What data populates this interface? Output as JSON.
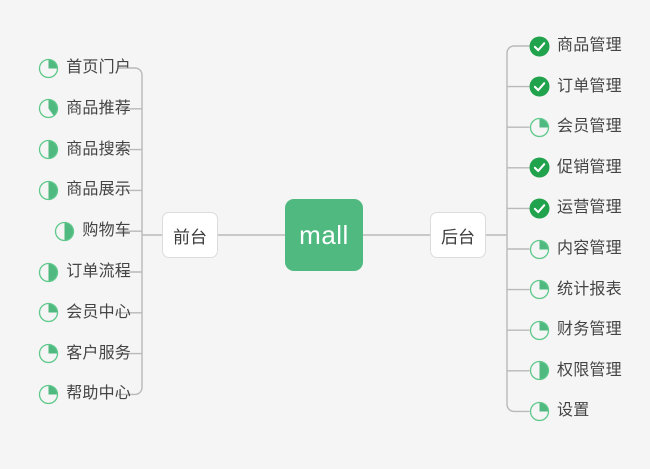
{
  "diagram": {
    "title": "mall",
    "root": {
      "label": "mall",
      "color": "#4fb980"
    },
    "branches": [
      {
        "key": "frontend",
        "label": "前台",
        "side": "left"
      },
      {
        "key": "backend",
        "label": "后台",
        "side": "right"
      }
    ],
    "colors": {
      "background": "#f5f5f5",
      "accent": "#4fb980",
      "badge_done": "#21a24c",
      "badge_ring": "#5fc98c",
      "wire": "#b9b9b9",
      "text": "#444444",
      "node_border": "#dcdcdc"
    },
    "legend": {
      "done_icon": "check-circle-icon",
      "progress_icon": "progress-pie-icon"
    },
    "frontend_items": [
      {
        "label": "首页门户",
        "icon": "progress-pie-icon",
        "progress": 25
      },
      {
        "label": "商品推荐",
        "icon": "progress-pie-icon",
        "progress": 40
      },
      {
        "label": "商品搜索",
        "icon": "progress-pie-icon",
        "progress": 50
      },
      {
        "label": "商品展示",
        "icon": "progress-pie-icon",
        "progress": 50
      },
      {
        "label": "购物车",
        "icon": "progress-pie-icon",
        "progress": 50
      },
      {
        "label": "订单流程",
        "icon": "progress-pie-icon",
        "progress": 50
      },
      {
        "label": "会员中心",
        "icon": "progress-pie-icon",
        "progress": 25
      },
      {
        "label": "客户服务",
        "icon": "progress-pie-icon",
        "progress": 25
      },
      {
        "label": "帮助中心",
        "icon": "progress-pie-icon",
        "progress": 25
      }
    ],
    "backend_items": [
      {
        "label": "商品管理",
        "icon": "check-circle-icon",
        "progress": 100
      },
      {
        "label": "订单管理",
        "icon": "check-circle-icon",
        "progress": 100
      },
      {
        "label": "会员管理",
        "icon": "progress-pie-icon",
        "progress": 25
      },
      {
        "label": "促销管理",
        "icon": "check-circle-icon",
        "progress": 100
      },
      {
        "label": "运营管理",
        "icon": "check-circle-icon",
        "progress": 100
      },
      {
        "label": "内容管理",
        "icon": "progress-pie-icon",
        "progress": 25
      },
      {
        "label": "统计报表",
        "icon": "progress-pie-icon",
        "progress": 25
      },
      {
        "label": "财务管理",
        "icon": "progress-pie-icon",
        "progress": 25
      },
      {
        "label": "权限管理",
        "icon": "progress-pie-icon",
        "progress": 50
      },
      {
        "label": "设置",
        "icon": "progress-pie-icon",
        "progress": 25
      }
    ]
  }
}
